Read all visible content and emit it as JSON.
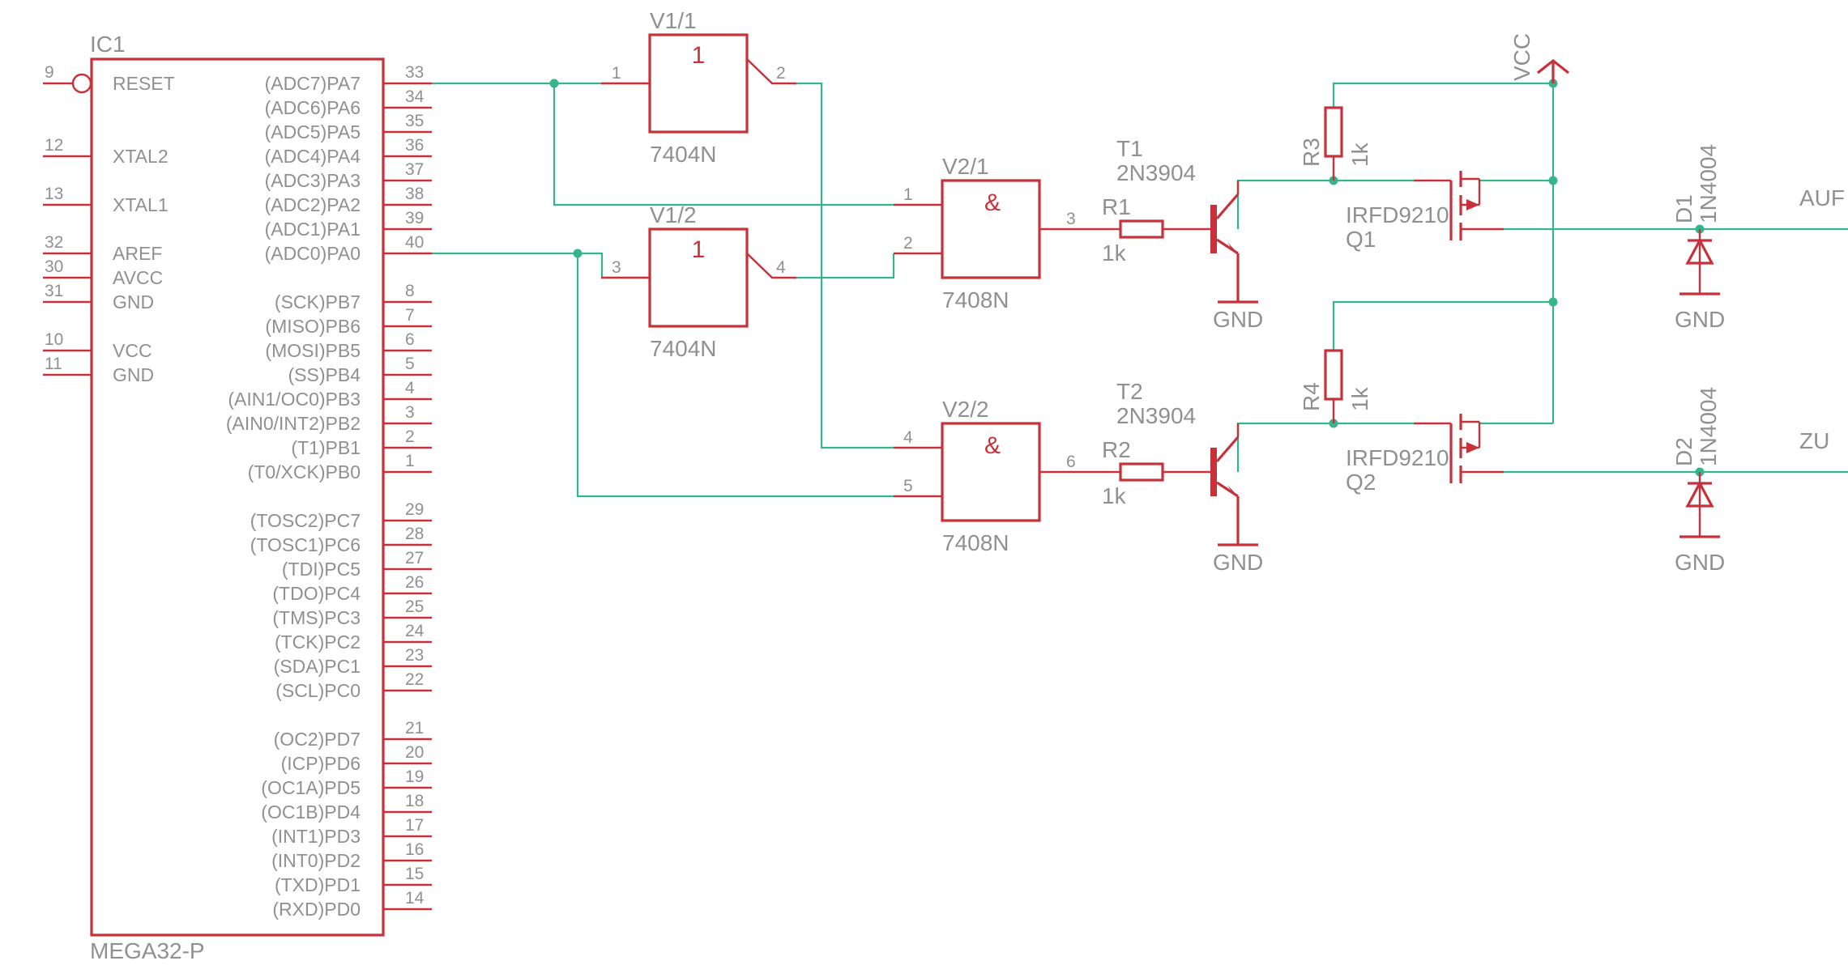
{
  "ic1": {
    "name": "IC1",
    "value": "MEGA32-P",
    "left_pins": [
      {
        "num": "9",
        "label": "RESET"
      },
      {
        "num": "12",
        "label": "XTAL2"
      },
      {
        "num": "13",
        "label": "XTAL1"
      },
      {
        "num": "32",
        "label": "AREF"
      },
      {
        "num": "30",
        "label": "AVCC"
      },
      {
        "num": "31",
        "label": "GND"
      },
      {
        "num": "10",
        "label": "VCC"
      },
      {
        "num": "11",
        "label": "GND"
      }
    ],
    "right_pins": [
      {
        "num": "33",
        "label": "(ADC7)PA7"
      },
      {
        "num": "34",
        "label": "(ADC6)PA6"
      },
      {
        "num": "35",
        "label": "(ADC5)PA5"
      },
      {
        "num": "36",
        "label": "(ADC4)PA4"
      },
      {
        "num": "37",
        "label": "(ADC3)PA3"
      },
      {
        "num": "38",
        "label": "(ADC2)PA2"
      },
      {
        "num": "39",
        "label": "(ADC1)PA1"
      },
      {
        "num": "40",
        "label": "(ADC0)PA0"
      },
      {
        "num": "8",
        "label": "(SCK)PB7"
      },
      {
        "num": "7",
        "label": "(MISO)PB6"
      },
      {
        "num": "6",
        "label": "(MOSI)PB5"
      },
      {
        "num": "5",
        "label": "(SS)PB4"
      },
      {
        "num": "4",
        "label": "(AIN1/OC0)PB3"
      },
      {
        "num": "3",
        "label": "(AIN0/INT2)PB2"
      },
      {
        "num": "2",
        "label": "(T1)PB1"
      },
      {
        "num": "1",
        "label": "(T0/XCK)PB0"
      },
      {
        "num": "29",
        "label": "(TOSC2)PC7"
      },
      {
        "num": "28",
        "label": "(TOSC1)PC6"
      },
      {
        "num": "27",
        "label": "(TDI)PC5"
      },
      {
        "num": "26",
        "label": "(TDO)PC4"
      },
      {
        "num": "25",
        "label": "(TMS)PC3"
      },
      {
        "num": "24",
        "label": "(TCK)PC2"
      },
      {
        "num": "23",
        "label": "(SDA)PC1"
      },
      {
        "num": "22",
        "label": "(SCL)PC0"
      },
      {
        "num": "21",
        "label": "(OC2)PD7"
      },
      {
        "num": "20",
        "label": "(ICP)PD6"
      },
      {
        "num": "19",
        "label": "(OC1A)PD5"
      },
      {
        "num": "18",
        "label": "(OC1B)PD4"
      },
      {
        "num": "17",
        "label": "(INT1)PD3"
      },
      {
        "num": "16",
        "label": "(INT0)PD2"
      },
      {
        "num": "15",
        "label": "(TXD)PD1"
      },
      {
        "num": "14",
        "label": "(RXD)PD0"
      }
    ]
  },
  "v1_1": {
    "name": "V1/1",
    "value": "7404N",
    "symbol": "1",
    "pin_in": "1",
    "pin_out": "2"
  },
  "v1_2": {
    "name": "V1/2",
    "value": "7404N",
    "symbol": "1",
    "pin_in": "3",
    "pin_out": "4"
  },
  "v2_1": {
    "name": "V2/1",
    "value": "7408N",
    "symbol": "&",
    "pin_in_a": "1",
    "pin_in_b": "2",
    "pin_out": "3"
  },
  "v2_2": {
    "name": "V2/2",
    "value": "7408N",
    "symbol": "&",
    "pin_in_a": "4",
    "pin_in_b": "5",
    "pin_out": "6"
  },
  "r1": {
    "name": "R1",
    "value": "1k"
  },
  "r2": {
    "name": "R2",
    "value": "1k"
  },
  "r3": {
    "name": "R3",
    "value": "1k"
  },
  "r4": {
    "name": "R4",
    "value": "1k"
  },
  "t1": {
    "name": "T1",
    "value": "2N3904",
    "gnd": "GND"
  },
  "t2": {
    "name": "T2",
    "value": "2N3904",
    "gnd": "GND"
  },
  "q1": {
    "name": "Q1",
    "value": "IRFD9210"
  },
  "q2": {
    "name": "Q2",
    "value": "IRFD9210"
  },
  "d1": {
    "name": "D1",
    "value": "1N4004",
    "gnd": "GND"
  },
  "d2": {
    "name": "D2",
    "value": "1N4004",
    "gnd": "GND"
  },
  "supply": {
    "vcc": "VCC"
  },
  "outputs": {
    "auf": "AUF",
    "zu": "ZU"
  },
  "colors": {
    "part": "#c8303a",
    "wire": "#34b58c",
    "text": "#909090",
    "background": "#ffffff"
  }
}
